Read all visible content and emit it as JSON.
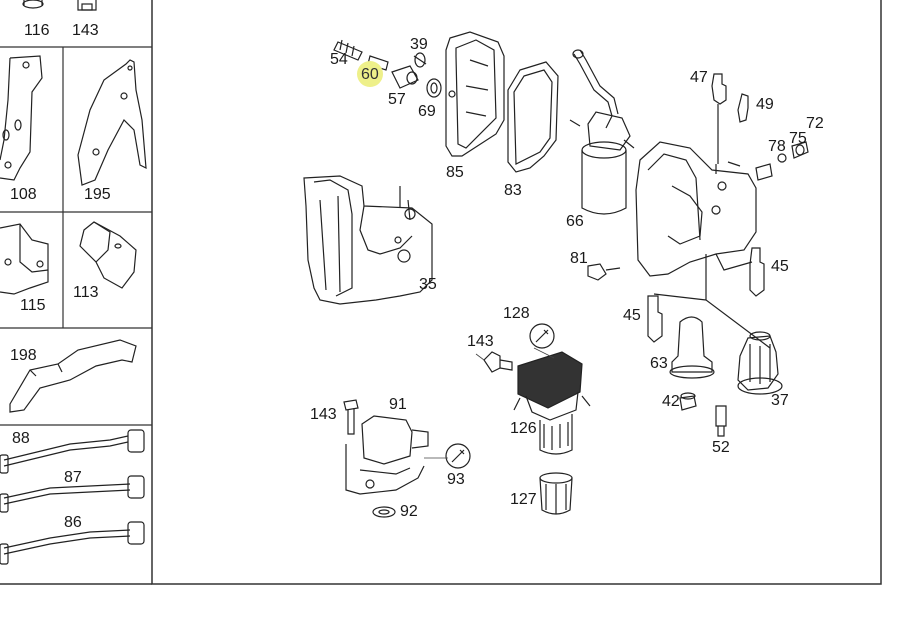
{
  "diagram": {
    "labels": {
      "l116": "116",
      "l143a": "143",
      "l108": "108",
      "l195": "195",
      "l115": "115",
      "l113": "113",
      "l198": "198",
      "l88": "88",
      "l87": "87",
      "l86": "86",
      "l54": "54",
      "l60": "60",
      "l39": "39",
      "l57": "57",
      "l69": "69",
      "l85": "85",
      "l83": "83",
      "l66": "66",
      "l47": "47",
      "l49": "49",
      "l72": "72",
      "l78": "78",
      "l75": "75",
      "l81": "81",
      "l45a": "45",
      "l45b": "45",
      "l35": "35",
      "l128": "128",
      "l143b": "143",
      "l63": "63",
      "l42": "42",
      "l37": "37",
      "l52": "52",
      "l143c": "143",
      "l91": "91",
      "l126": "126",
      "l93": "93",
      "l127": "127",
      "l92": "92"
    },
    "highlight_color": "#eef08a"
  }
}
